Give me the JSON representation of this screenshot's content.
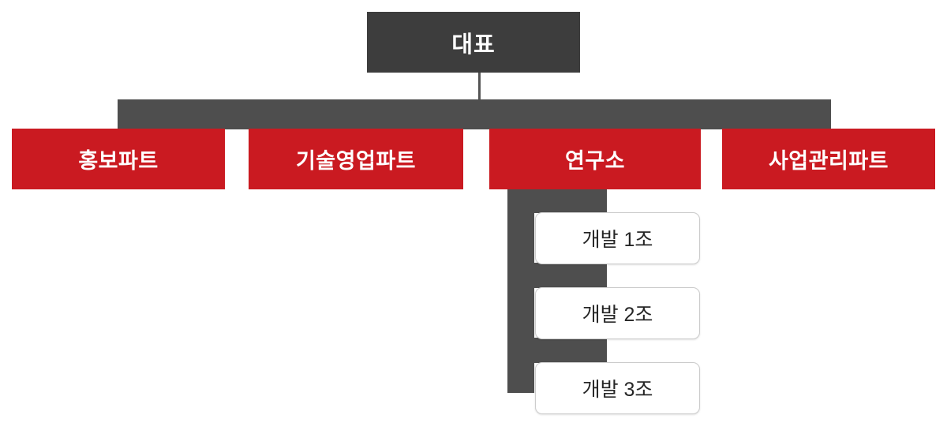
{
  "chart_title": "",
  "colors": {
    "root_box": "#3d3d3d",
    "department_box": "#ca1a21",
    "connector": "#4e4e4e",
    "team_box_background": "#ffffff",
    "team_box_border": "#cccccc",
    "root_text": "#ffffff",
    "department_text": "#ffffff",
    "team_text": "#262626",
    "page_background": "#ffffff"
  },
  "root": {
    "label": "대표",
    "level": 1
  },
  "departments": [
    {
      "label": "홍보파트",
      "level": 2
    },
    {
      "label": "기술영업파트",
      "level": 2
    },
    {
      "label": "연구소",
      "level": 2
    },
    {
      "label": "사업관리파트",
      "level": 2
    }
  ],
  "teams": [
    {
      "label": "개발 1조",
      "level": 3,
      "parent": "연구소"
    },
    {
      "label": "개발 2조",
      "level": 3,
      "parent": "연구소"
    },
    {
      "label": "개발 3조",
      "level": 3,
      "parent": "연구소"
    }
  ]
}
